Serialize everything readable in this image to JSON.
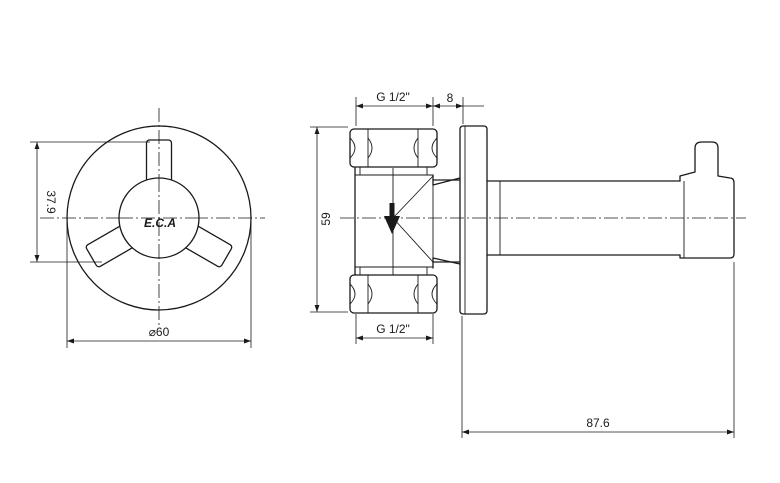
{
  "front_view": {
    "dim_height": "37.9",
    "dim_diameter": "⌀60",
    "logo": "E.C.A"
  },
  "side_view": {
    "dim_thread_top": "G 1/2\"",
    "dim_flange": "8",
    "dim_height": "59",
    "dim_thread_bottom": "G 1/2\"",
    "dim_length": "87.6"
  }
}
